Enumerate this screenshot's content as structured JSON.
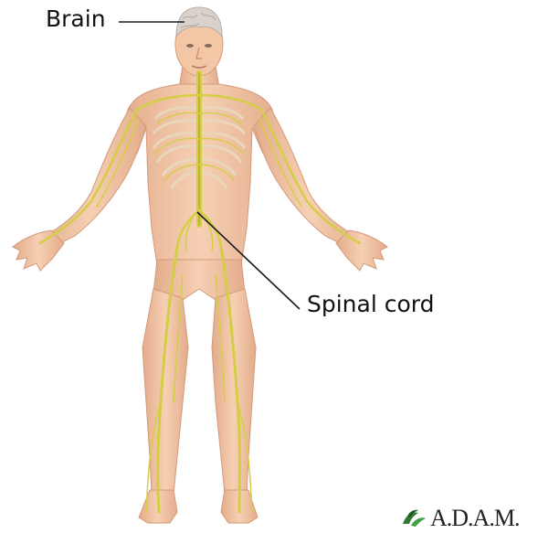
{
  "labels": {
    "brain": "Brain",
    "spinal_cord": "Spinal cord"
  },
  "logo": {
    "text": "A.D.A.M.",
    "icon": "leaf-icon",
    "color": "#2e7d32"
  },
  "colors": {
    "skin": "#f2c7a6",
    "skin_shadow": "#dca382",
    "nerve": "#d8d24a",
    "nerve_dark": "#b5ad2c",
    "brain": "#d9d2cc",
    "rib": "#efe0c8",
    "leader_line": "#1a1a1a"
  }
}
